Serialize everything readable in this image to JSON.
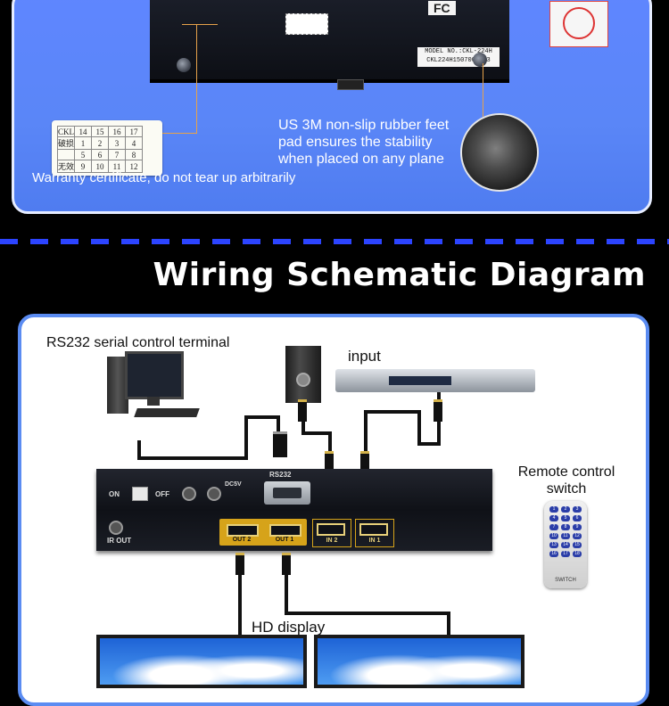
{
  "top_panel": {
    "model_sticker": "MODEL NO.:CKL-224H",
    "serial_sticker": "CKL224H1507000103",
    "fc_mark": "FC",
    "warranty_caption": "Warranty certificate, do not tear up arbitrarily",
    "warranty_grid": {
      "row1": [
        "CKL",
        "14",
        "15",
        "16",
        "17"
      ],
      "row2": [
        "破损",
        "1",
        "2",
        "3",
        "4"
      ],
      "row3": [
        "",
        "5",
        "6",
        "7",
        "8"
      ],
      "row4": [
        "无效",
        "9",
        "10",
        "11",
        "12"
      ]
    },
    "feet_caption": "US 3M non-slip rubber feet pad ensures the stability when placed on any plane"
  },
  "section_title": "Wiring Schematic Diagram",
  "diagram": {
    "rs232_label": "RS232 serial control terminal",
    "input_label": "input",
    "remote_label": "Remote control switch",
    "hd_display_label": "HD display",
    "switch_box": {
      "on": "ON",
      "off": "OFF",
      "dc": "DC5V",
      "rs232": "RS232",
      "ir_out": "IR OUT",
      "out2": "OUT 2",
      "out1": "OUT 1",
      "in2": "IN 2",
      "in1": "IN 1"
    },
    "remote_keys": [
      "1",
      "2",
      "3",
      "4",
      "5",
      "6",
      "7",
      "8",
      "9",
      "10",
      "11",
      "12",
      "13",
      "14",
      "15",
      "16",
      "17",
      "18"
    ],
    "remote_switch": "SWITCH"
  }
}
